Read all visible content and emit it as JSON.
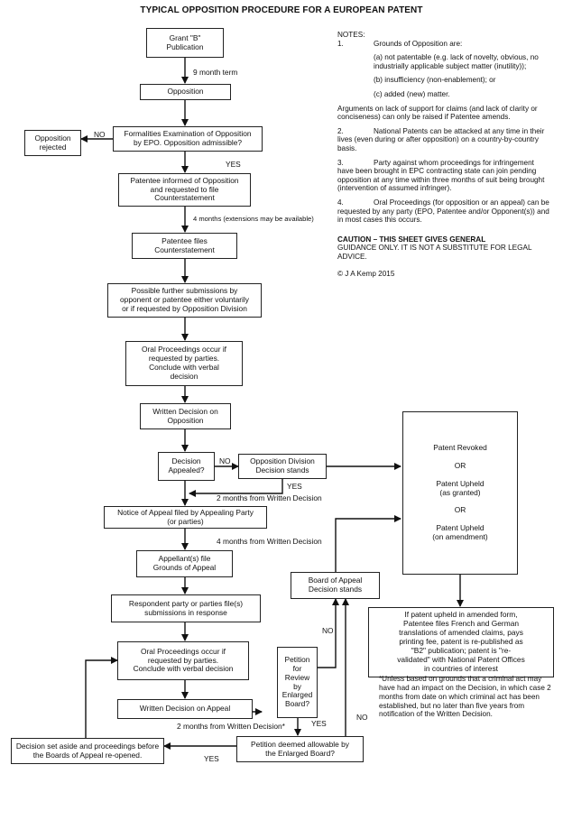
{
  "title": "TYPICAL OPPOSITION PROCEDURE FOR A EUROPEAN PATENT",
  "boxes": {
    "grant": "Grant \"B\"\nPublication",
    "opposition": "Opposition",
    "formalities": "Formalities Examination of Opposition\nby EPO.  Opposition admissible?",
    "rejected": "Opposition\nrejected",
    "patentee_informed": "Patentee informed of Opposition\nand requested to file\nCounterstatement",
    "patentee_files": "Patentee files\nCounterstatement",
    "further_submissions": "Possible further submissions by\nopponent or patentee either voluntarily\nor if requested by Opposition Division",
    "oral1": "Oral Proceedings occur if\nrequested by parties.\nConclude with verbal\ndecision",
    "written_decision": "Written Decision on\nOpposition",
    "decision_appealed": "Decision\nAppealed?",
    "division_stands": "Opposition Division\nDecision stands",
    "outcome": "Patent Revoked\n\nOR\n\nPatent Upheld\n(as granted)\n\nOR\n\nPatent Upheld\n(on amendment)",
    "notice_appeal": "Notice of Appeal filed by Appealing Party\n(or parties)",
    "grounds": "Appellant(s) file\nGrounds of Appeal",
    "board_stands": "Board of Appeal\nDecision stands",
    "respondent": "Respondent party or parties file(s)\nsubmissions in response",
    "amended": "If patent upheld in amended form,\nPatentee files French and German\ntranslations of amended claims, pays\nprinting fee, patent is re-published as\n\"B2\" publication; patent is \"re-\nvalidated\" with National Patent Offices\nin countries of interest",
    "oral2": "Oral Proceedings occur if\nrequested by parties.\nConclude with verbal decision",
    "petition": "Petition\nfor\nReview by\nEnlarged\nBoard?",
    "written_appeal": "Written Decision on Appeal",
    "set_aside": "Decision set aside and proceedings before\nthe Boards of Appeal re-opened.",
    "petition_allowable": "Petition deemed allowable by\nthe Enlarged Board?"
  },
  "labels": {
    "nine_month": "9 month term",
    "no1": "NO",
    "yes1": "YES",
    "four_months_ext": "4 months (extensions may be available)",
    "no2": "NO",
    "yes2": "YES",
    "two_months": "2 months from Written Decision",
    "four_months": "4 months from Written Decision",
    "no3": "NO",
    "two_months_star": "2 months from Written Decision*",
    "yes3": "YES",
    "no4": "NO",
    "yes4": "YES"
  },
  "notes": {
    "heading": "NOTES:",
    "n1_num": "1.",
    "n1": "Grounds of Opposition are:",
    "n1a": "(a) not patentable (e.g. lack of novelty, obvious, no industrially applicable subject matter (inutility));",
    "n1b": "(b) insufficiency (non-enablement); or",
    "n1c": "(c) added (new) matter.",
    "arguments": "Arguments on lack of support for claims (and lack of clarity or conciseness) can only be raised if Patentee amends.",
    "n2_num": "2.",
    "n2": "National Patents can be attacked at any time in their lives (even during or after opposition) on a country-by-country basis.",
    "n3_num": "3.",
    "n3": "Party against whom proceedings for infringement have been brought in EPC contracting state can join pending opposition at any time within three months of suit being brought (intervention of assumed infringer).",
    "n4_num": "4.",
    "n4": "Oral Proceedings (for opposition or an appeal) can be requested by any party (EPO, Patentee and/or Opponent(s)) and in most cases this occurs.",
    "caution_bold": "CAUTION – THIS SHEET GIVES GENERAL",
    "caution_rest": "GUIDANCE ONLY.  IT IS NOT A SUBSTITUTE FOR LEGAL ADVICE.",
    "copyright": "© J A Kemp 2015"
  },
  "footnote": "*Unless based on grounds that a criminal act may have had an impact on the Decision, in which case 2 months from date on which criminal act has been established, but no later than five years from notification of the Written Decision."
}
